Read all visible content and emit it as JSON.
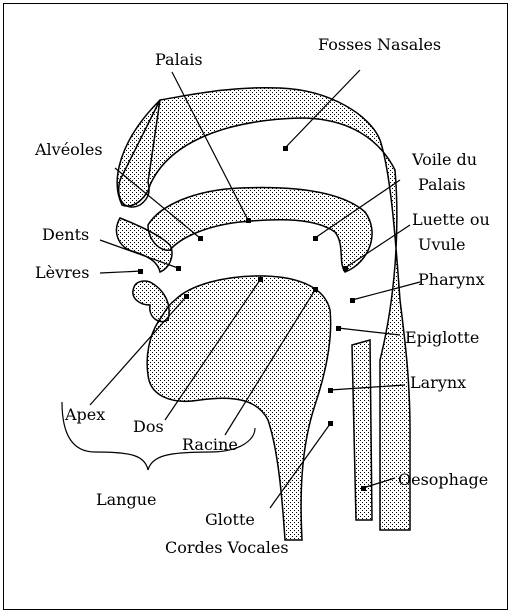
{
  "labels": {
    "fosses_nasales": "Fosses Nasales",
    "palais": "Palais",
    "alveoles": "Alvéoles",
    "voile_du_palais_line1": "Voile du",
    "voile_du_palais_line2": "Palais",
    "luette_line1": "Luette ou",
    "luette_line2": "Uvule",
    "dents": "Dents",
    "levres": "Lèvres",
    "pharynx": "Pharynx",
    "epiglotte": "Epiglotte",
    "larynx": "Larynx",
    "apex": "Apex",
    "dos": "Dos",
    "racine": "Racine",
    "langue": "Langue",
    "oesophage": "Oesophage",
    "glotte": "Glotte",
    "cordes_vocales": "Cordes Vocales"
  },
  "colors": {
    "ink": "#000000",
    "background": "#ffffff",
    "stipple": "#000000"
  }
}
